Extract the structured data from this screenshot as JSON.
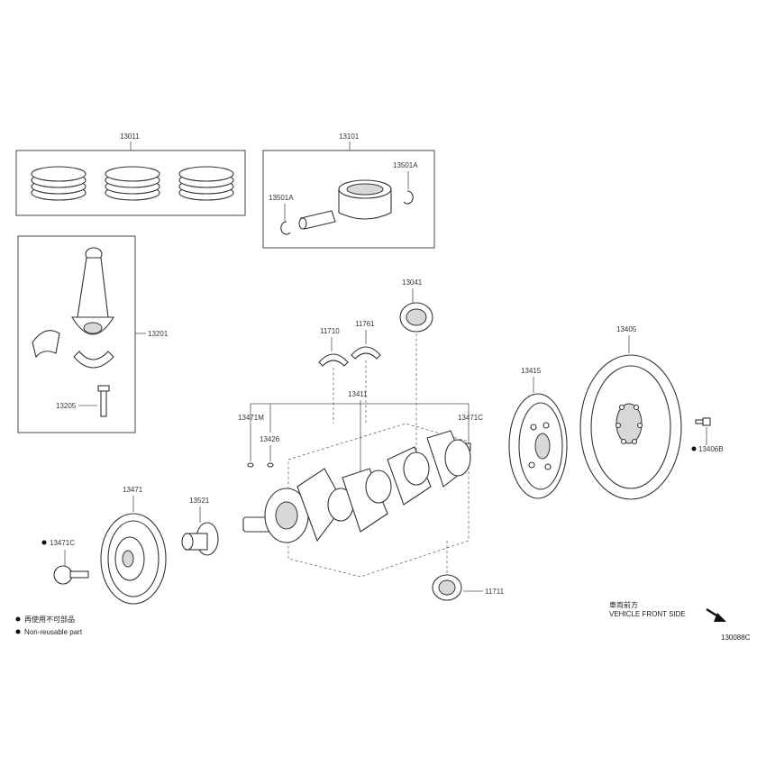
{
  "diagram": {
    "labels": {
      "piston_rings": "13011",
      "piston": "13101",
      "snap_ring_left": "13501A",
      "snap_ring_right": "13501A",
      "connecting_rod": "13201",
      "rod_bolt": "13205",
      "crank_bearing_upper": "13041",
      "thrust_washer_a": "11710",
      "thrust_washer_b": "11761",
      "crankshaft": "13411",
      "key_left": "13471M",
      "key_mid": "13426",
      "bolt_right": "13471C",
      "flex_plate": "13415",
      "flywheel": "13405",
      "flywheel_bolt": "13406B",
      "pulley": "13471",
      "pulley_bolt": "13471C",
      "sprocket": "13521",
      "main_bearing_lower": "11711"
    },
    "legend": {
      "line_jp": "再使用不可部品",
      "line_en": "Non-reusable part"
    },
    "direction": {
      "line_jp": "車両前方",
      "line_en": "VEHICLE FRONT SIDE"
    },
    "figure_code": "130088C"
  }
}
